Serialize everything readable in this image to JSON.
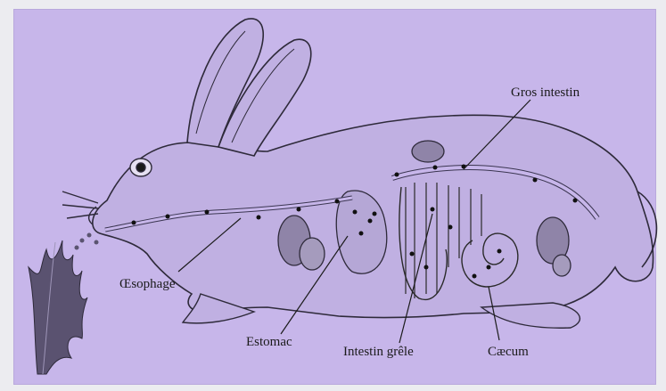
{
  "diagram": {
    "labels": {
      "gros_intestin": "Gros intestin",
      "oesophage": "Œsophage",
      "estomac": "Estomac",
      "intestin_grele": "Intestin grêle",
      "caecum": "Cæcum"
    },
    "colors": {
      "background": "#c7b6ea",
      "line": "#2a2a2a",
      "food_dots": "#111111",
      "organ_fill": "#8f84a8",
      "plant": "#5a5270"
    }
  }
}
